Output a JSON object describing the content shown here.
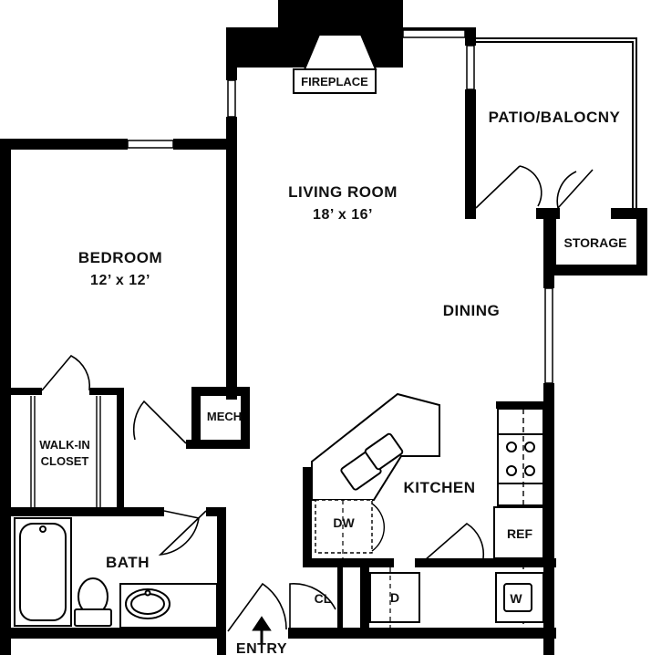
{
  "rooms": {
    "living_room": {
      "name": "LIVING ROOM",
      "size": "18’ x 16’"
    },
    "bedroom": {
      "name": "BEDROOM",
      "size": "12’ x 12’"
    },
    "patio": {
      "name": "PATIO/BALOCNY"
    },
    "storage": {
      "name": "STORAGE"
    },
    "dining": {
      "name": "DINING"
    },
    "kitchen": {
      "name": "KITCHEN"
    },
    "mech": {
      "name": "MECH"
    },
    "closet": {
      "line1": "WALK-IN",
      "line2": "CLOSET"
    },
    "bath": {
      "name": "BATH"
    },
    "cl": {
      "name": "CL"
    },
    "entry": {
      "name": "ENTRY"
    }
  },
  "fixtures": {
    "fireplace": "FIREPLACE",
    "dishwasher": "DW",
    "refrigerator": "REF",
    "dryer": "D",
    "washer": "W"
  }
}
